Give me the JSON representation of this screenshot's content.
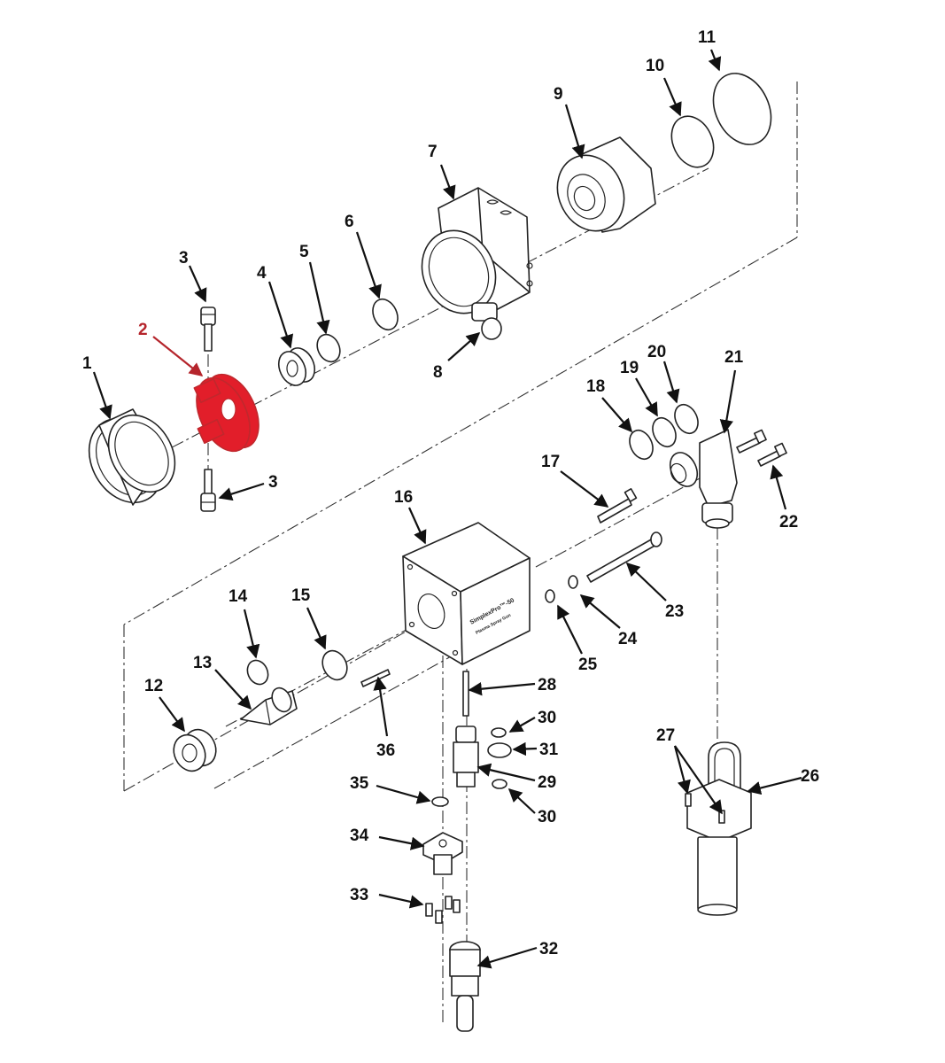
{
  "colors": {
    "highlight": "#b5252c",
    "highlight_fill": "#e21e2a",
    "ink": "#111111",
    "background": "#ffffff"
  },
  "highlighted_callout": "2",
  "callouts": [
    {
      "id": "c1",
      "text": "1"
    },
    {
      "id": "c2",
      "text": "2"
    },
    {
      "id": "c3a",
      "text": "3"
    },
    {
      "id": "c3b",
      "text": "3"
    },
    {
      "id": "c4",
      "text": "4"
    },
    {
      "id": "c5",
      "text": "5"
    },
    {
      "id": "c6",
      "text": "6"
    },
    {
      "id": "c7",
      "text": "7"
    },
    {
      "id": "c8",
      "text": "8"
    },
    {
      "id": "c9",
      "text": "9"
    },
    {
      "id": "c10",
      "text": "10"
    },
    {
      "id": "c11",
      "text": "11"
    },
    {
      "id": "c12",
      "text": "12"
    },
    {
      "id": "c13",
      "text": "13"
    },
    {
      "id": "c14",
      "text": "14"
    },
    {
      "id": "c15",
      "text": "15"
    },
    {
      "id": "c16",
      "text": "16"
    },
    {
      "id": "c17",
      "text": "17"
    },
    {
      "id": "c18",
      "text": "18"
    },
    {
      "id": "c19",
      "text": "19"
    },
    {
      "id": "c20",
      "text": "20"
    },
    {
      "id": "c21",
      "text": "21"
    },
    {
      "id": "c22",
      "text": "22"
    },
    {
      "id": "c23",
      "text": "23"
    },
    {
      "id": "c24",
      "text": "24"
    },
    {
      "id": "c25",
      "text": "25"
    },
    {
      "id": "c26",
      "text": "26"
    },
    {
      "id": "c27",
      "text": "27"
    },
    {
      "id": "c28",
      "text": "28"
    },
    {
      "id": "c29",
      "text": "29"
    },
    {
      "id": "c30a",
      "text": "30"
    },
    {
      "id": "c30b",
      "text": "30"
    },
    {
      "id": "c31",
      "text": "31"
    },
    {
      "id": "c32",
      "text": "32"
    },
    {
      "id": "c33",
      "text": "33"
    },
    {
      "id": "c34",
      "text": "34"
    },
    {
      "id": "c35",
      "text": "35"
    },
    {
      "id": "c36",
      "text": "36"
    }
  ],
  "block_label": {
    "line1": "SimplexPro™-50",
    "line2": "Plasma Spray Gun"
  }
}
